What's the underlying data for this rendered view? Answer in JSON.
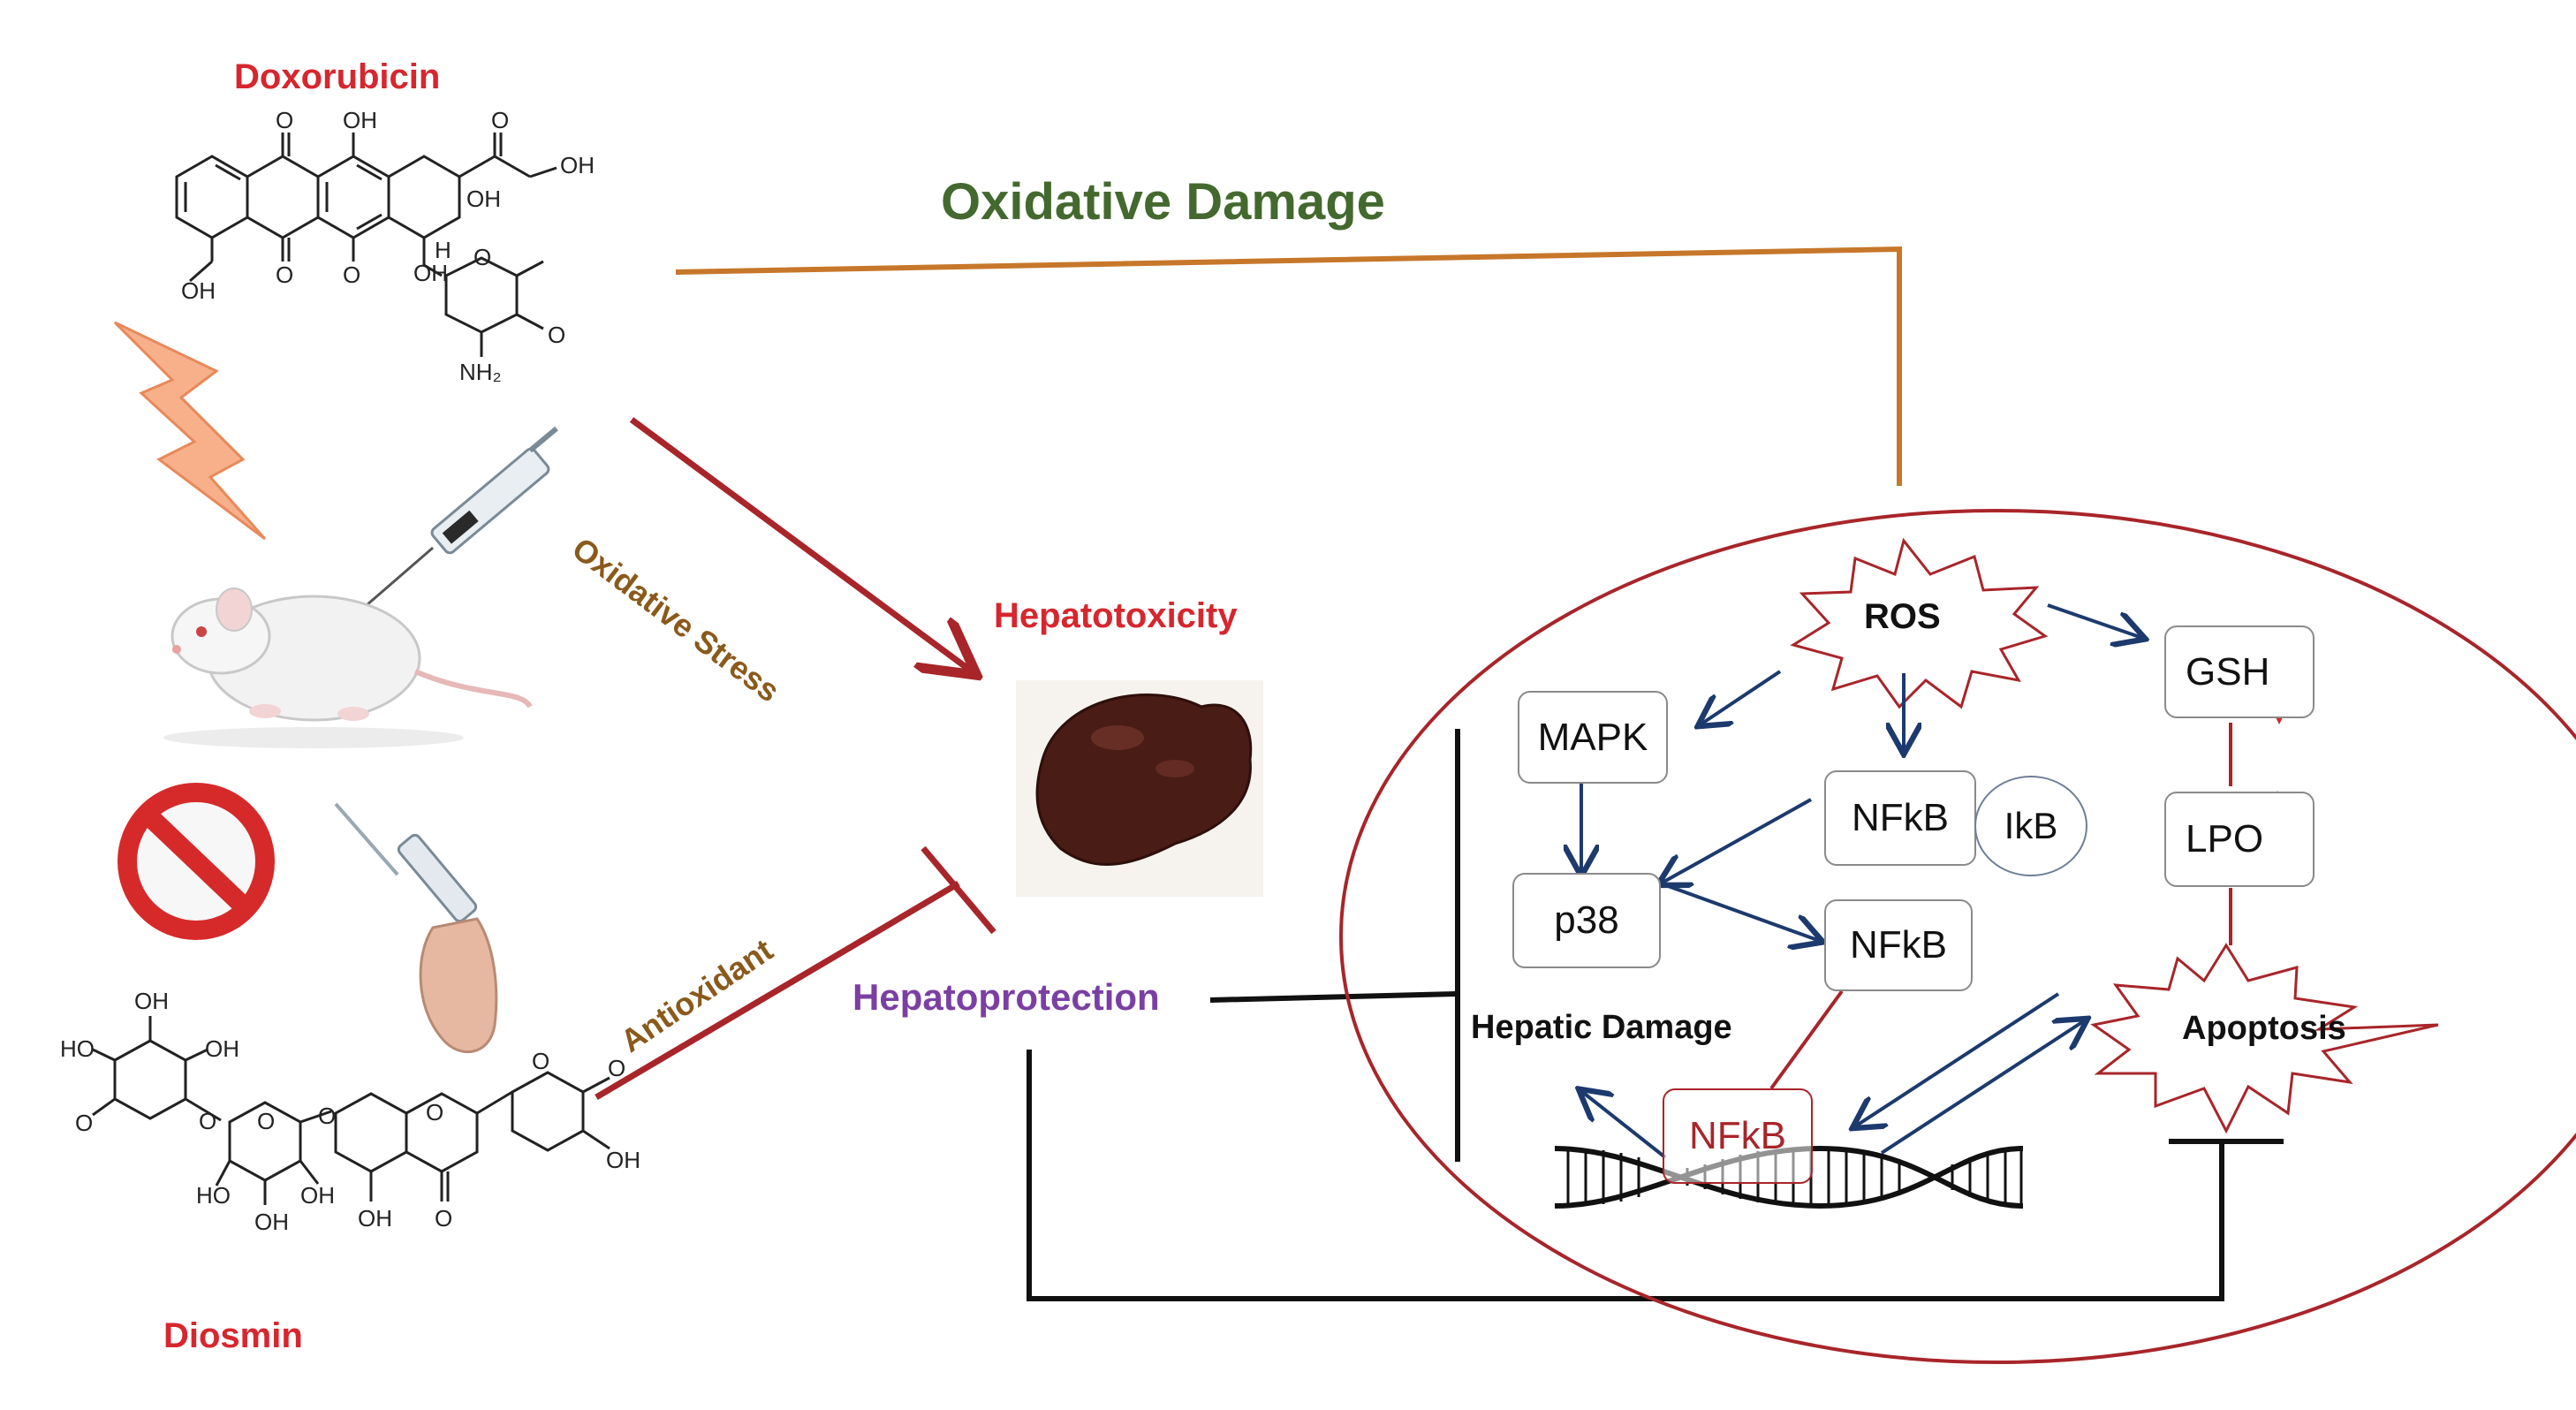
{
  "labels": {
    "doxorubicin": "Doxorubicin",
    "diosmin": "Diosmin",
    "oxidative_damage": "Oxidative Damage",
    "oxidative_stress": "Oxidative Stress",
    "antioxidant": "Antioxidant",
    "hepatotoxicity": "Hepatotoxicity",
    "hepatoprotection": "Hepatoprotection",
    "hepatic_damage": "Hepatic Damage"
  },
  "nodes": {
    "ros": "ROS",
    "mapk": "MAPK",
    "nfkb_top": "NFkB",
    "ikb": "IkB",
    "p38": "p38",
    "nfkb_mid": "NFkB",
    "nfkb_dna": "NFkB",
    "gsh": "GSH",
    "lpo": "LPO",
    "apoptosis": "Apoptosis"
  },
  "dox_structure_labels": [
    "O",
    "OH",
    "O",
    "OH",
    "OH",
    "H",
    "O",
    "O",
    "OH",
    "OH",
    "O",
    "NH₂",
    "O"
  ],
  "diosmin_structure_labels": [
    "OH",
    "HO",
    "OH",
    "O",
    "O",
    "O",
    "O",
    "O",
    "O",
    "HO",
    "OH",
    "OH",
    "OH",
    "OH",
    "O",
    "O"
  ],
  "colors": {
    "drug_title": "#d7262e",
    "oxidative_damage": "#44692f",
    "hepatoprotection": "#7b3fa3",
    "orange_line": "#c7772a",
    "dark_red_line": "#a8252a",
    "blue_arrow": "#1c3a6e",
    "cell_border": "#a8252a",
    "black_line": "#111111"
  }
}
